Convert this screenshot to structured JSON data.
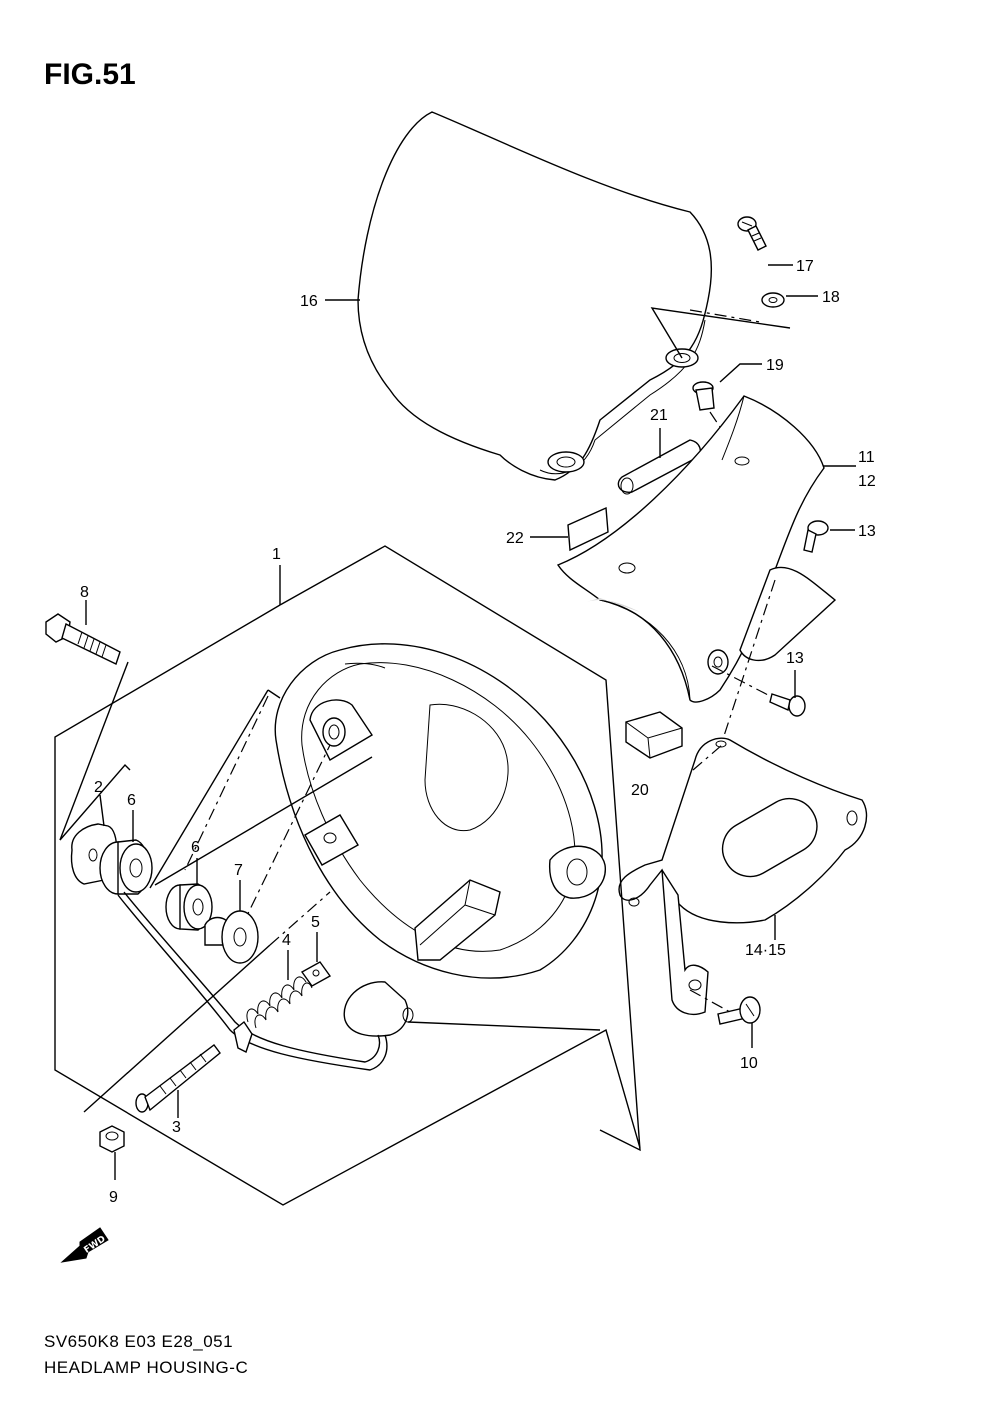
{
  "figure": {
    "title": "FIG.51"
  },
  "footer": {
    "model_code": "SV650K8 E03 E28_051",
    "caption": "HEADLAMP HOUSING-C"
  },
  "direction_badge": {
    "label": "FWD"
  },
  "callouts": {
    "c1": "1",
    "c2": "2",
    "c3": "3",
    "c4": "4",
    "c5": "5",
    "c6a": "6",
    "c6b": "6",
    "c7": "7",
    "c8": "8",
    "c9": "9",
    "c10": "10",
    "c11": "11",
    "c12": "12",
    "c13a": "13",
    "c13b": "13",
    "c14": "14·15",
    "c16": "16",
    "c17": "17",
    "c18": "18",
    "c19": "19",
    "c20": "20",
    "c21": "21",
    "c22": "22"
  }
}
